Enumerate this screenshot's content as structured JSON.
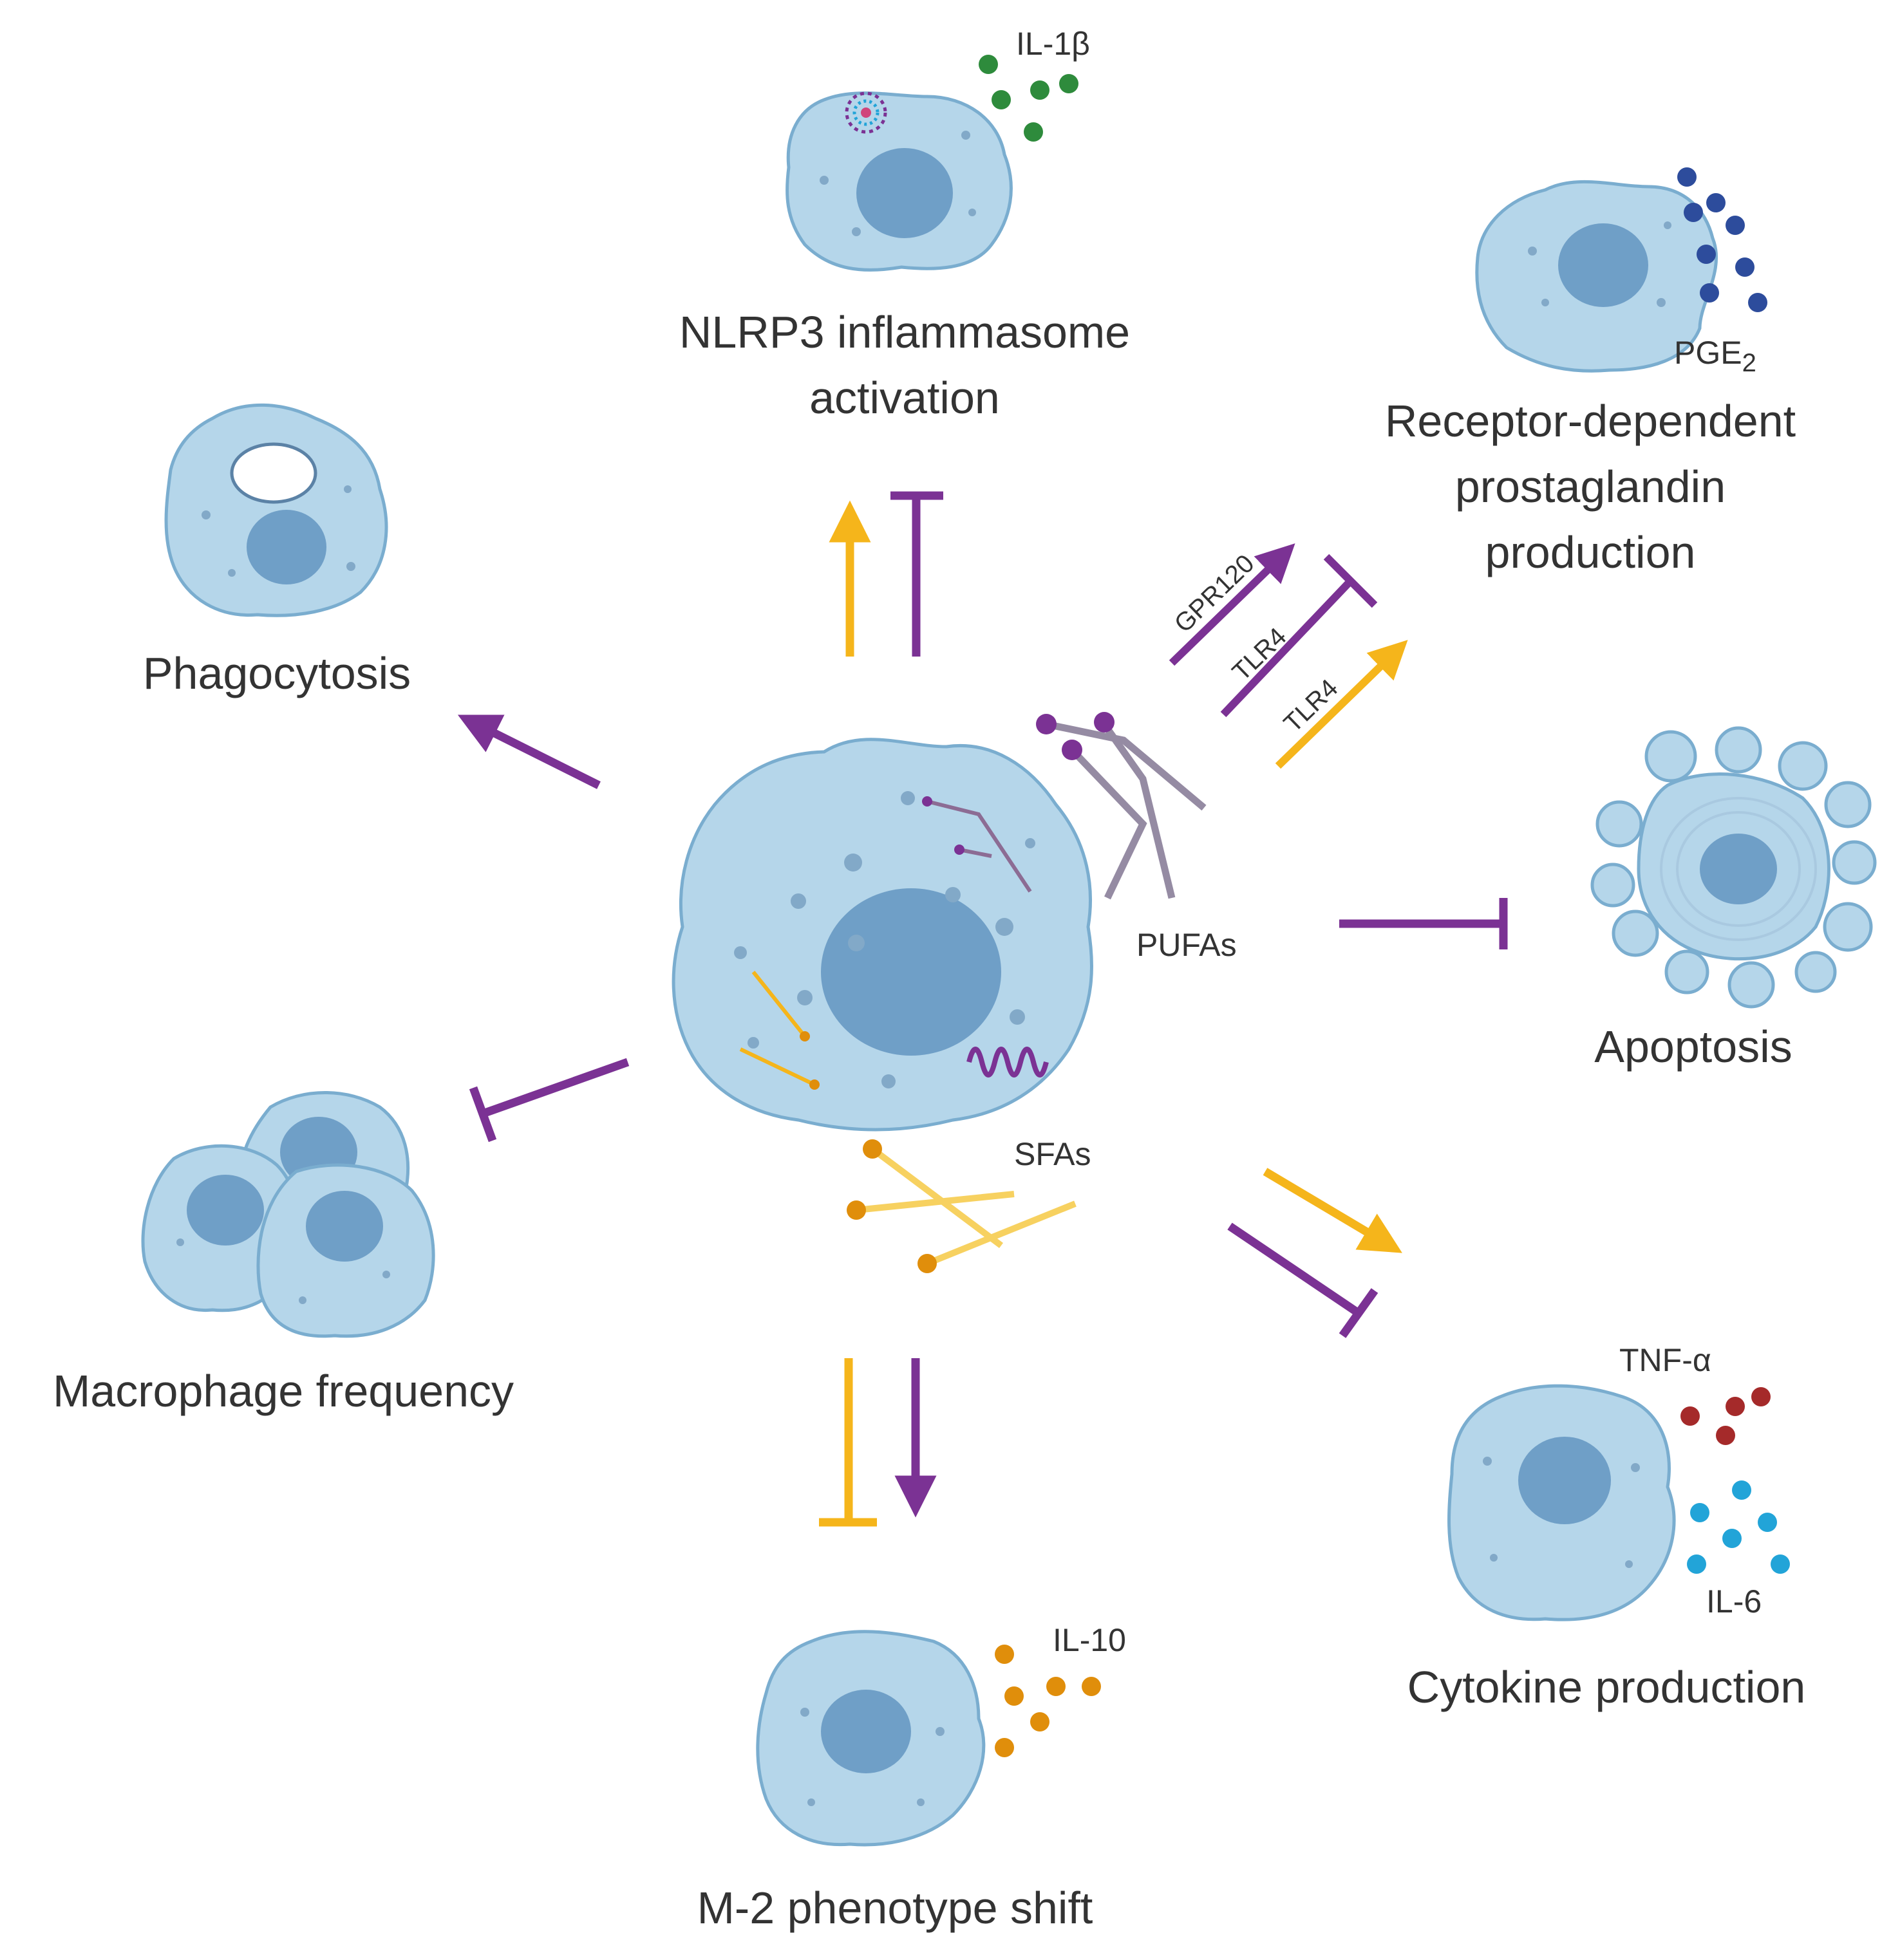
{
  "center": {
    "pufa_label": "PUFAs",
    "sfa_label": "SFAs"
  },
  "outcomes": {
    "nlrp3": {
      "line1": "NLRP3 inflammasome",
      "line2": "activation",
      "cytokine": "IL-1β"
    },
    "prostaglandin": {
      "line1": "Receptor-dependent",
      "line2": "prostaglandin",
      "line3": "production",
      "mediator": "PGE",
      "mediator_sub": "2"
    },
    "phagocytosis": {
      "label": "Phagocytosis"
    },
    "apoptosis": {
      "label": "Apoptosis"
    },
    "macrophage_frequency": {
      "label": "Macrophage frequency"
    },
    "cytokine_production": {
      "label": "Cytokine production",
      "cytokine_a": "TNF-α",
      "cytokine_b": "IL-6"
    },
    "m2_shift": {
      "label": "M-2 phenotype shift",
      "cytokine": "IL-10"
    }
  },
  "receptors": {
    "gpr120": "GPR120",
    "tlr4_inhibit": "TLR4",
    "tlr4_activate": "TLR4"
  },
  "colors": {
    "pufa_purple": "#7b3294",
    "sfa_yellow": "#f5b51b",
    "cell_fill": "#b5d6ea",
    "nucleus": "#6f9fc7",
    "il1b_green": "#2e8b3c",
    "pge2_blue": "#2d4c9c",
    "tnfa_red": "#a52a2a",
    "il6_cyan": "#22a4d8",
    "il10_orange": "#e08e0b"
  },
  "legend_icons": [
    "arrow-activation-icon",
    "t-bar-inhibition-icon"
  ]
}
